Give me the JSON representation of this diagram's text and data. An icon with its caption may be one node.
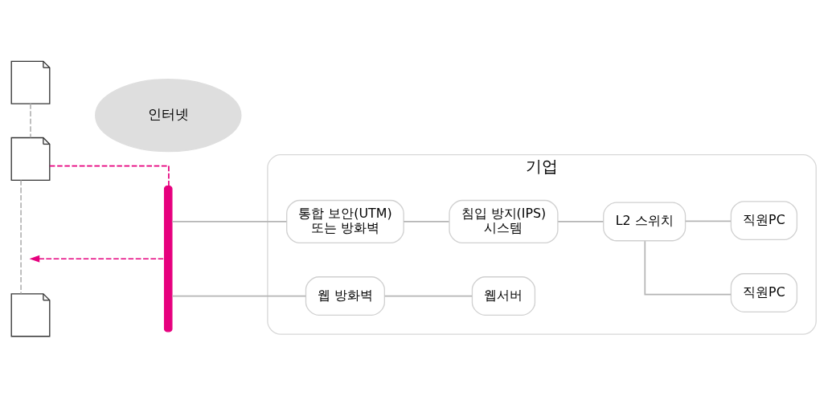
{
  "diagram": {
    "nodes": [
      {
        "text": [],
        "shape": "picture"
      },
      {
        "text": [],
        "shape": "picture"
      },
      {
        "text": [],
        "shape": "picture"
      },
      {
        "text": [
          "인터넷"
        ]
      },
      {
        "text": [],
        "shape": "bar"
      },
      {
        "text": [
          "기업"
        ]
      },
      {
        "text": [
          "통합 보안(UTM) 또는 방화벽"
        ],
        "in": 5
      },
      {
        "text": [
          "침입 방지(IPS) 시스템"
        ],
        "in": 5
      },
      {
        "text": [
          "L2 스위치"
        ],
        "in": 5
      },
      {
        "text": [
          "직원PC"
        ],
        "in": 5
      },
      {
        "text": [
          "직원PC"
        ],
        "in": 5
      },
      {
        "text": [
          "웹 방화벽"
        ],
        "in": 5
      },
      {
        "text": [
          "웹서버"
        ],
        "in": 5
      }
    ],
    "edges": [
      {
        "from": 0,
        "to": 1,
        "arrow": "none",
        "style": "dashed"
      },
      {
        "from": 1,
        "to": 2,
        "arrow": "none",
        "style": "dashed"
      },
      {
        "from": 1,
        "to": 4,
        "arrow": "none",
        "style": "dashed",
        "color": "#e6007e"
      },
      {
        "from": 4,
        "to": null,
        "arrow": "to",
        "style": "dashed",
        "color": "#e6007e"
      },
      {
        "from": 4,
        "to": 6,
        "arrow": "none"
      },
      {
        "from": 6,
        "to": 7,
        "arrow": "none"
      },
      {
        "from": 7,
        "to": 8,
        "arrow": "none"
      },
      {
        "from": 8,
        "to": 9,
        "arrow": "none"
      },
      {
        "from": 8,
        "to": 10,
        "arrow": "none"
      },
      {
        "from": 4,
        "to": 11,
        "arrow": "none"
      },
      {
        "from": 11,
        "to": 12,
        "arrow": "none"
      }
    ]
  }
}
